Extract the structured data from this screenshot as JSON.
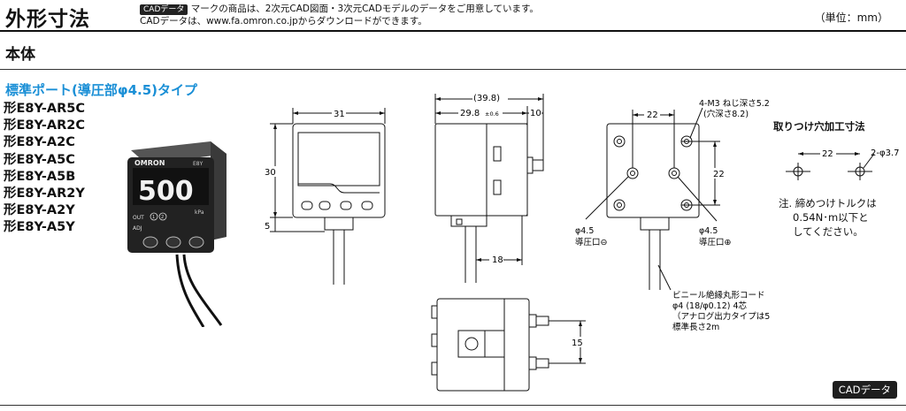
{
  "header": {
    "title": "外形寸法",
    "cad_badge": "CADデータ",
    "cad_note_line1": "マークの商品は、2次元CAD図面・3次元CADモデルのデータをご用意しています。",
    "cad_note_line2": "CADデータは、www.fa.omron.co.jpからダウンロードができます。",
    "unit": "（単位：mm）"
  },
  "section": {
    "title": "本体"
  },
  "product": {
    "type_title": "標準ポート(導圧部φ4.5)タイプ",
    "models": [
      "形E8Y-AR5C",
      "形E8Y-AR2C",
      "形E8Y-A2C",
      "形E8Y-A5C",
      "形E8Y-A5B",
      "形E8Y-AR2Y",
      "形E8Y-A2Y",
      "形E8Y-A5Y"
    ]
  },
  "device_photo": {
    "brand": "OMRON",
    "model_mark": "E8Y",
    "display": "500",
    "unit_mark": "kPa",
    "labels": [
      "OUT",
      "ADJ"
    ],
    "keys": [
      "1",
      "2"
    ]
  },
  "dimensions": {
    "front": {
      "width": "31",
      "height": "30",
      "bottom": "5"
    },
    "side": {
      "overall": "(39.8)",
      "body": "29.8",
      "body_tol": "±0.6",
      "port": "10",
      "cable_offset": "18"
    },
    "back": {
      "width": "22",
      "height": "22",
      "thread": "4-M3 ねじ深さ5.2",
      "depth": "(穴深さ8.2)",
      "port_left_dia": "φ4.5",
      "port_left_label": "導圧口⊖",
      "port_right_dia": "φ4.5",
      "port_right_label": "導圧口⊕"
    },
    "bottom": {
      "port_pitch": "15"
    },
    "cable": [
      "ビニール絶縁丸形コード",
      "φ4 (18/φ0.12) 4芯",
      "（アナログ出力タイプは5芯）",
      "標準長さ2m"
    ]
  },
  "mounting": {
    "title": "取りつけ穴加工寸法",
    "pitch": "22",
    "holes": "2-φ3.7",
    "note_line1": "注. 締めつけトルクは",
    "note_line2": "0.54N･m以下と",
    "note_line3": "してください。"
  },
  "cad_button": "CADデータ"
}
